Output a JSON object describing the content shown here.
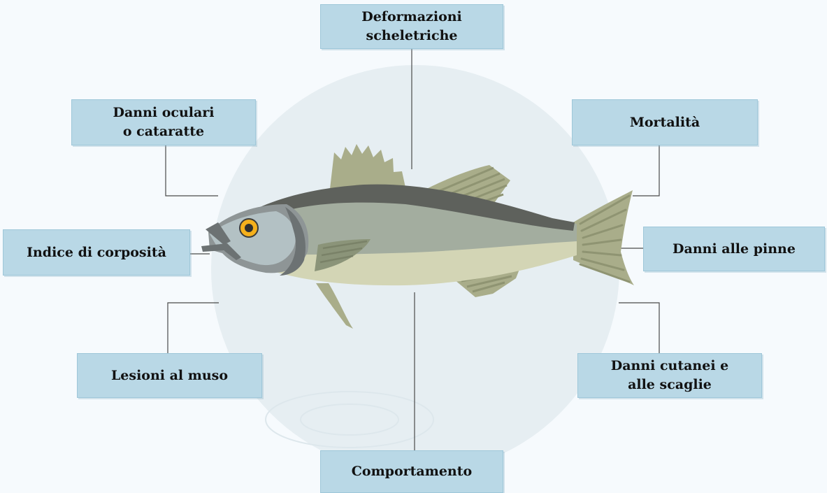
{
  "labels": {
    "deformazioni": [
      "Deformazioni",
      "scheletriche"
    ],
    "danni_oculari": [
      "Danni oculari",
      "o cataratte"
    ],
    "mortalita": [
      "Mortalità"
    ],
    "indice": [
      "Indice di corposità"
    ],
    "danni_pinne": [
      "Danni alle pinne"
    ],
    "lesioni": [
      "Lesioni al muso"
    ],
    "danni_cutanei": [
      "Danni cutanei e",
      "alle scaglie"
    ],
    "comportamento": [
      "Comportamento"
    ]
  },
  "colors": {
    "background": "#f6fafd",
    "circle": "#e6eef2",
    "box": "#b9d8e6",
    "box_border": "#9ec7d9",
    "leader_line": "#4a4a4a",
    "fish_back": "#5e615c",
    "fish_body": "#a3ad9f",
    "fish_belly": "#d3d5b5",
    "fish_fins": "#a9ad8a",
    "fish_head": "#b3c1c4",
    "eye_ring": "#f5b01c"
  }
}
